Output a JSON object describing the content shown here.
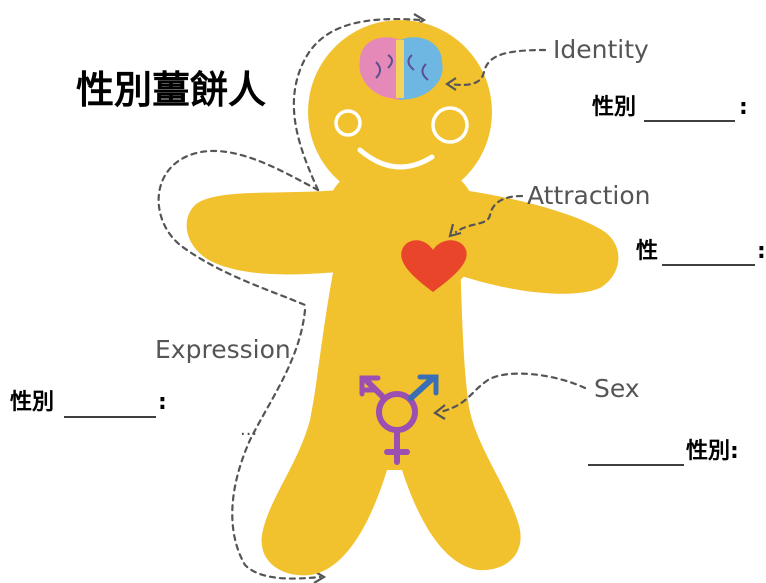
{
  "title": "性別薑餅人",
  "colors": {
    "body": "#F2C12E",
    "heart": "#E8452B",
    "symbol": "#9A4FB1",
    "arrow_blue": "#3A6FB5",
    "label_gray": "#555555"
  },
  "labels": {
    "identity": "Identity",
    "attraction": "Attraction",
    "expression": "Expression",
    "sex": "Sex"
  },
  "blanks": {
    "identity_prefix": "性別",
    "identity_suffix": ":",
    "attraction_prefix": "性",
    "attraction_suffix": ":",
    "expression_prefix": "性別",
    "expression_suffix": ":",
    "sex_suffix": "性別:"
  },
  "ellipsis": "..."
}
